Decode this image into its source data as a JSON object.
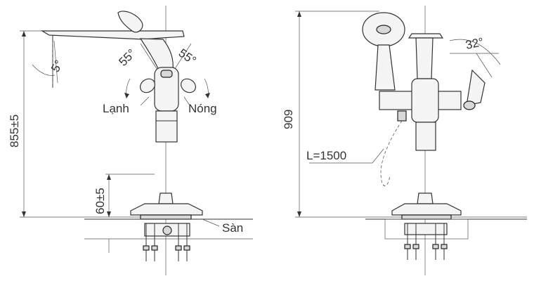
{
  "left_view": {
    "height_dim": "855±5",
    "base_dim": "60±5",
    "spout_angle": "5°",
    "handle_angle_left": "55°",
    "handle_angle_right": "55°",
    "cold_label": "Lạnh",
    "hot_label": "Nóng",
    "floor_label": "Sàn"
  },
  "right_view": {
    "height_dim": "909",
    "hose_length": "L=1500",
    "lever_angle": "32°"
  }
}
